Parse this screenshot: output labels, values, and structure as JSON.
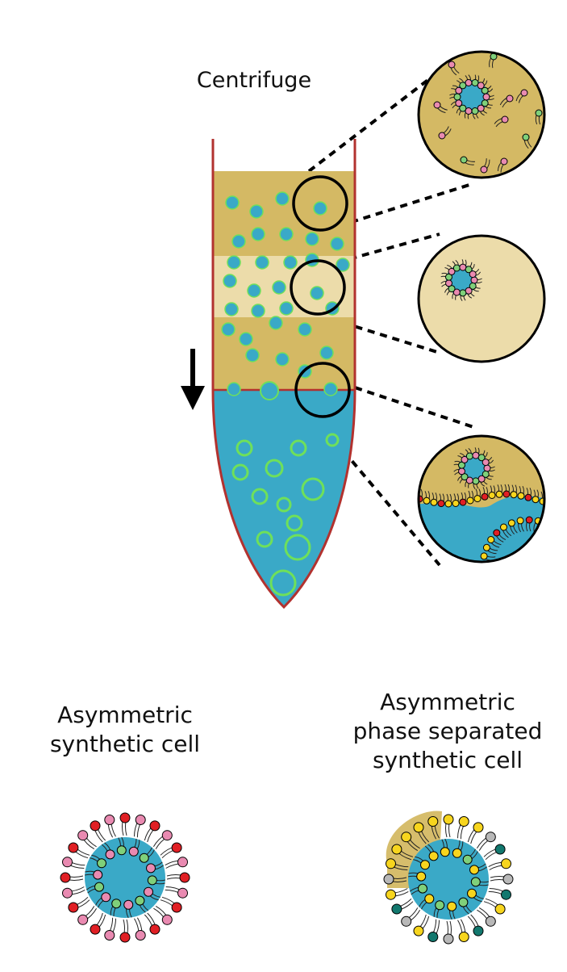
{
  "labels": {
    "centrifuge": "Centrifuge",
    "asymmetric_cell": "Asymmetric\nsynthetic cell",
    "asymmetric_phase_cell": "Asymmetric\nphase separated\nsynthetic cell"
  },
  "colors": {
    "oil_dark": "#d4b964",
    "oil_light": "#ecdcaa",
    "water": "#3aa9c7",
    "tube_outline": "#b2322f",
    "droplet_rim": "#6fe05a",
    "lipid_pink": "#e98ab1",
    "lipid_green": "#7fd07a",
    "lipid_red": "#e01f24",
    "lipid_yellow": "#f7d51e",
    "lipid_teal": "#12786e",
    "lipid_gray": "#b8b8b8",
    "tail": "#222222",
    "outline": "#000000"
  },
  "icons": {
    "direction_arrow": "down-arrow-icon"
  }
}
